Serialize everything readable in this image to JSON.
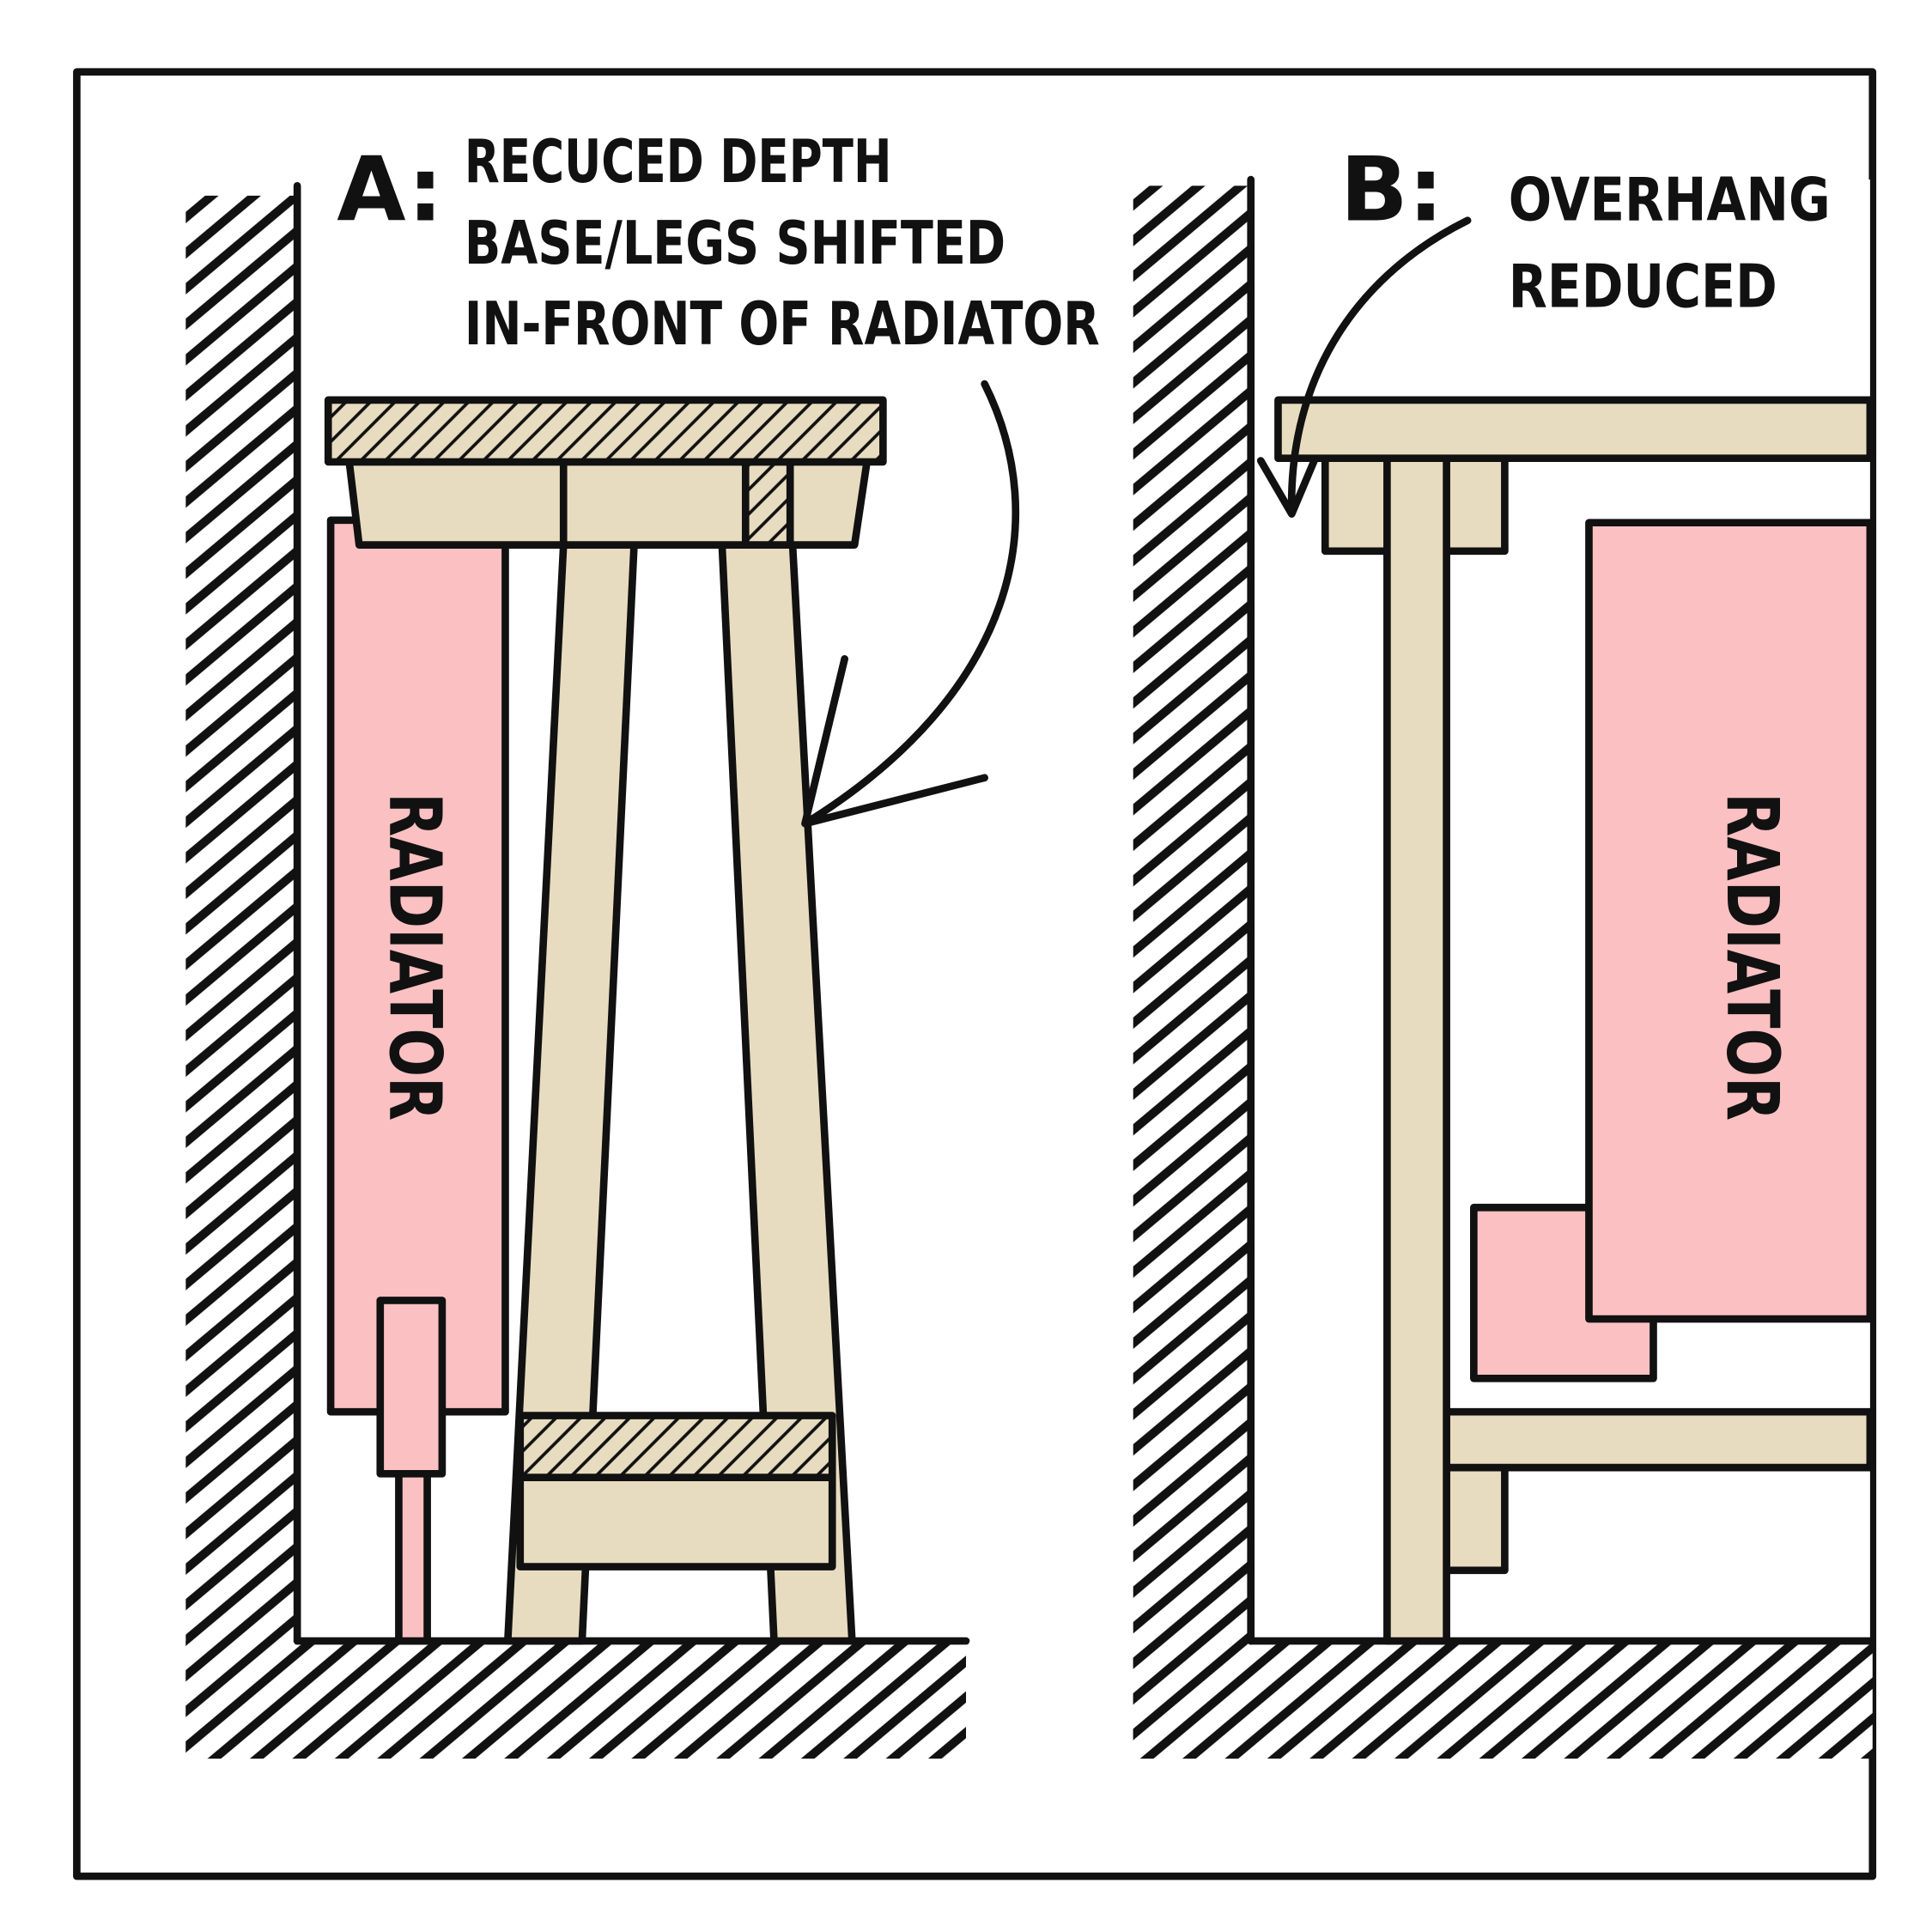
{
  "panel_a": {
    "label": "A:",
    "note_lines": [
      "RECUCED DEPTH",
      "BASE/LEGS SHIFTED",
      "IN-FRONT OF RADIATOR"
    ],
    "radiator_label": "RADIATOR"
  },
  "panel_b": {
    "label": "B:",
    "note_lines": [
      "OVERHANG",
      "REDUCED"
    ],
    "radiator_label": "RADIATOR"
  },
  "colors": {
    "wood": "#e8dcc0",
    "radiator": "#fac0c2",
    "ink": "#111111"
  }
}
